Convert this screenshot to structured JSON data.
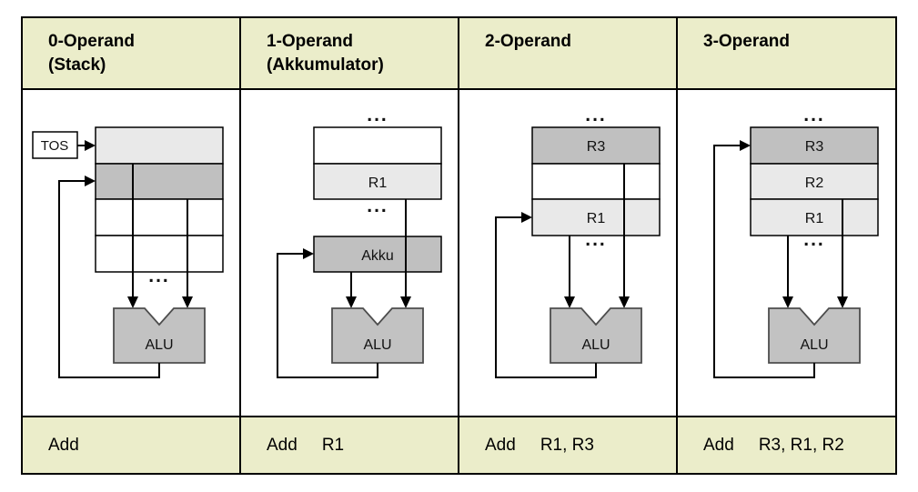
{
  "colors": {
    "accent_bg": "#EBEDCA",
    "cell_dark": "#C0C0C0",
    "cell_light": "#E9E9E9",
    "alu_fill": "#C2C2C2",
    "alu_border": "#4D4D4D",
    "line": "#000000"
  },
  "glyphs": {
    "ellipsis": "..."
  },
  "columns": [
    {
      "header_line1": "0-Operand",
      "header_line2": "(Stack)",
      "diagram": {
        "tos": "TOS",
        "alu": "ALU"
      },
      "instruction": {
        "mnemonic": "Add",
        "operands": ""
      }
    },
    {
      "header_line1": "1-Operand",
      "header_line2": "(Akkumulator)",
      "diagram": {
        "registers": [
          "R1"
        ],
        "accumulator": "Akku",
        "alu": "ALU"
      },
      "instruction": {
        "mnemonic": "Add",
        "operands": "R1"
      }
    },
    {
      "header_line1": "2-Operand",
      "header_line2": "",
      "diagram": {
        "registers": [
          "R3",
          "R1"
        ],
        "alu": "ALU"
      },
      "instruction": {
        "mnemonic": "Add",
        "operands": "R1, R3"
      }
    },
    {
      "header_line1": "3-Operand",
      "header_line2": "",
      "diagram": {
        "registers": [
          "R3",
          "R2",
          "R1"
        ],
        "alu": "ALU"
      },
      "instruction": {
        "mnemonic": "Add",
        "operands": "R3, R1, R2"
      }
    }
  ]
}
